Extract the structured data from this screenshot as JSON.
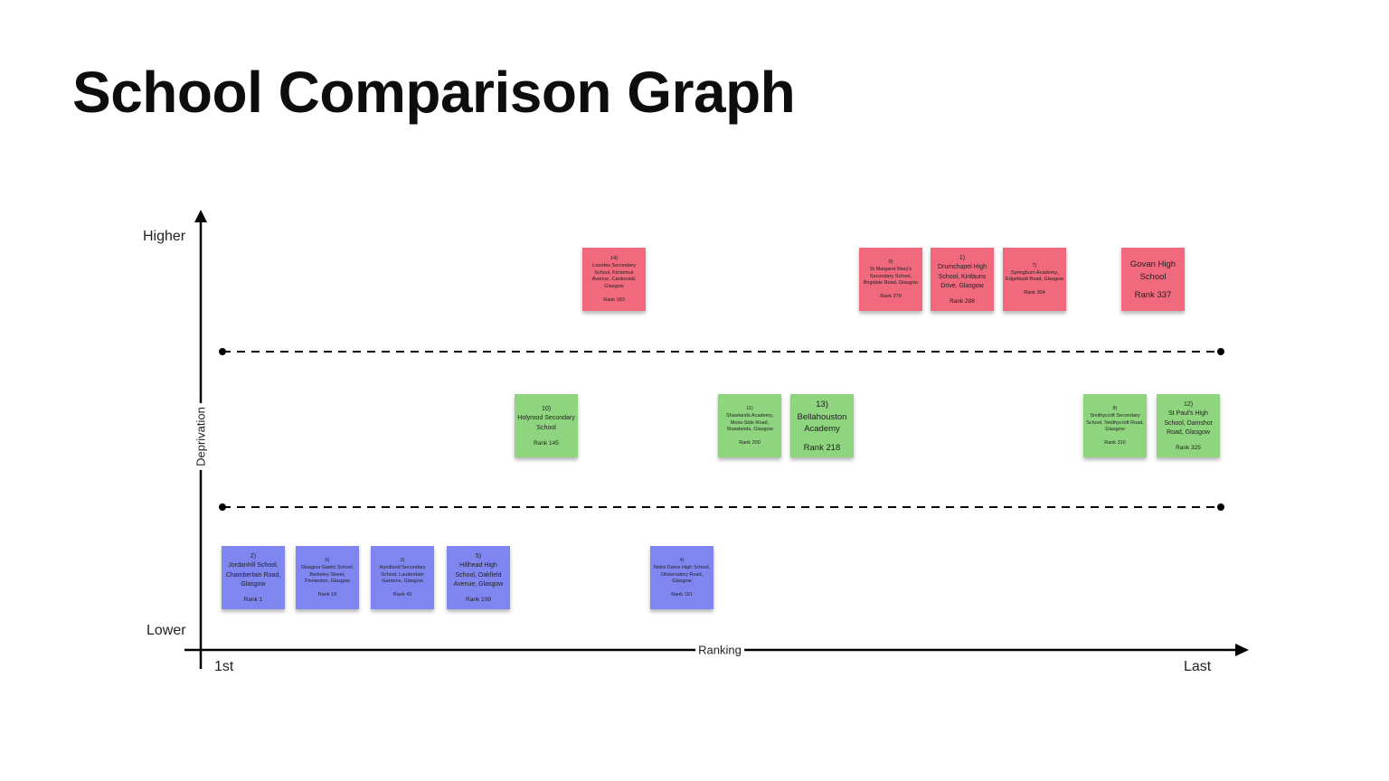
{
  "title": "School Comparison Graph",
  "axes": {
    "y_title": "Deprivation",
    "y_high": "Higher",
    "y_low": "Lower",
    "x_title": "Ranking",
    "x_first": "1st",
    "x_last": "Last"
  },
  "colors": {
    "red": "#f0697c",
    "green": "#8fd47e",
    "blue": "#7f86f0"
  },
  "notes": [
    {
      "id": "lourdes",
      "text": "14)\nLourdes Secondary School, Kirriemuir Avenue, Cardonald, Glasgow",
      "rank": "Rank 183",
      "rank_value": 183,
      "band": "higher",
      "color": "red"
    },
    {
      "id": "st-margaret-marys",
      "text": "9)\nSt Margaret Mary's Secondary School, Birgidale Road, Glasgow",
      "rank": "Rank 279",
      "rank_value": 279,
      "band": "higher",
      "color": "red"
    },
    {
      "id": "drumchapel",
      "text": "1)\nDrumchapel High School, Kinfauns Drive, Glasgow",
      "rank": "Rank 288",
      "rank_value": 288,
      "band": "higher",
      "color": "red"
    },
    {
      "id": "springburn",
      "text": "7)\nSpringburn Academy, Edgefauld Road, Glasgow",
      "rank": "Rank 304",
      "rank_value": 304,
      "band": "higher",
      "color": "red"
    },
    {
      "id": "govan",
      "text": "Govan High School",
      "rank": "Rank 337",
      "rank_value": 337,
      "band": "higher",
      "color": "red"
    },
    {
      "id": "holyrood",
      "text": "10)\nHolyrood Secondary School",
      "rank": "Rank 145",
      "rank_value": 145,
      "band": "middle",
      "color": "green"
    },
    {
      "id": "shawlands",
      "text": "11)\nShawlands Academy, Moss-Side Road, Shawlands, Glasgow",
      "rank": "Rank 200",
      "rank_value": 200,
      "band": "middle",
      "color": "green"
    },
    {
      "id": "bellahouston",
      "text": "13)\nBellahouston Academy",
      "rank": "Rank 218",
      "rank_value": 218,
      "band": "middle",
      "color": "green"
    },
    {
      "id": "smithycroft",
      "text": "8)\nSmithycroft Secondary School, Smithycroft Road, Glasgow",
      "rank": "Rank 316",
      "rank_value": 316,
      "band": "middle",
      "color": "green"
    },
    {
      "id": "st-pauls",
      "text": "12)\nSt Paul's High School, Damshot Road, Glasgow",
      "rank": "Rank 325",
      "rank_value": 325,
      "band": "middle",
      "color": "green"
    },
    {
      "id": "jordanhill",
      "text": "2)\nJordanhill School, Chamberlain Road, Glasgow",
      "rank": "Rank 1",
      "rank_value": 1,
      "band": "lower",
      "color": "blue"
    },
    {
      "id": "glasgow-gaelic",
      "text": "6)\nGlasgow Gaelic School, Berkeley Street, Finnieston, Glasgow",
      "rank": "Rank 18",
      "rank_value": 18,
      "band": "lower",
      "color": "blue"
    },
    {
      "id": "hyndland",
      "text": "3)\nHyndland Secondary School, Lauderdale Gardens, Glasgow",
      "rank": "Rank 43",
      "rank_value": 43,
      "band": "lower",
      "color": "blue"
    },
    {
      "id": "hillhead",
      "text": "5)\nHillhead High School, Oakfield Avenue, Glasgow",
      "rank": "Rank 109",
      "rank_value": 109,
      "band": "lower",
      "color": "blue"
    },
    {
      "id": "notre-dame",
      "text": "4)\nNotre Dame High School, Observatory Road, Glasgow",
      "rank": "Rank 191",
      "rank_value": 191,
      "band": "lower",
      "color": "blue"
    }
  ]
}
